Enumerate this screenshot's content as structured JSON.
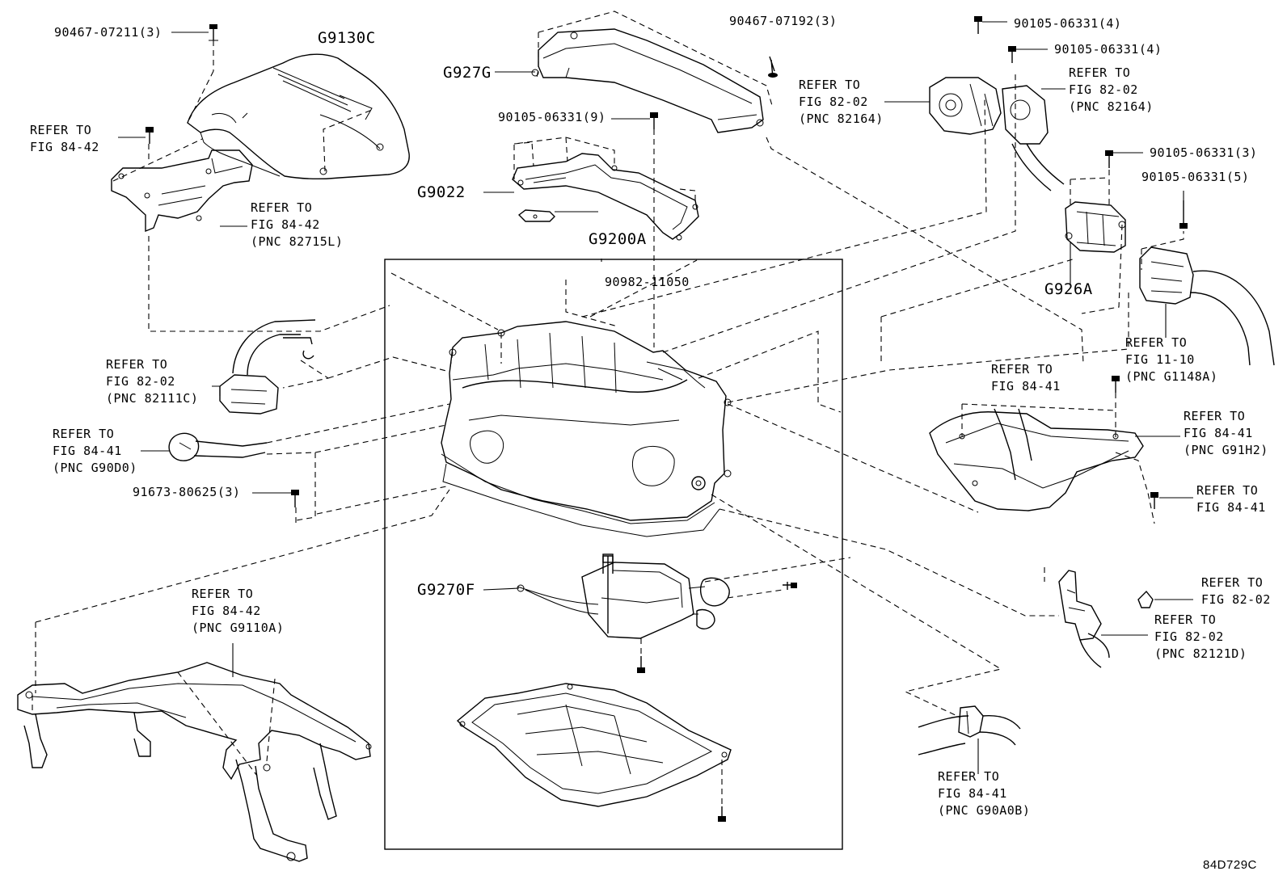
{
  "labels": {
    "bolt_90467_07211": "90467-07211(3)",
    "g9130c": "G9130C",
    "refer_84_42_a1": "REFER TO",
    "refer_84_42_a2": "FIG 84-42",
    "refer_84_42_b1": "REFER TO",
    "refer_84_42_b2": "FIG 84-42",
    "refer_84_42_b3": "(PNC 82715L)",
    "g927g": "G927G",
    "clip_90467_07192": "90467-07192(3)",
    "bolt_90105_9": "90105-06331(9)",
    "g9022": "G9022",
    "g9200a": "G9200A",
    "part_90982": "90982-11050",
    "bolt_90105_4a": "90105-06331(4)",
    "bolt_90105_4b": "90105-06331(4)",
    "refer_82_02_c1": "REFER TO",
    "refer_82_02_c2": "FIG 82-02",
    "refer_82_02_c3": "(PNC 82164)",
    "refer_82_02_d1": "REFER TO",
    "refer_82_02_d2": "FIG 82-02",
    "refer_82_02_d3": "(PNC 82164)",
    "bolt_90105_3": "90105-06331(3)",
    "bolt_90105_5": "90105-06331(5)",
    "g926a": "G926A",
    "refer_11_10_1": "REFER TO",
    "refer_11_10_2": "FIG 11-10",
    "refer_11_10_3": "(PNC G1148A)",
    "refer_82_02_e1": "REFER TO",
    "refer_82_02_e2": "FIG 82-02",
    "refer_82_02_e3": "(PNC 82111C)",
    "refer_84_41_f1": "REFER TO",
    "refer_84_41_f2": "FIG 84-41",
    "refer_84_41_f3": "(PNC G90D0)",
    "bolt_91673": "91673-80625(3)",
    "refer_84_41_g1": "REFER TO",
    "refer_84_41_g2": "FIG 84-41",
    "refer_84_41_h1": "REFER TO",
    "refer_84_41_h2": "FIG 84-41",
    "refer_84_41_h3": "(PNC G91H2)",
    "refer_84_41_i1": "REFER TO",
    "refer_84_41_i2": "FIG 84-41",
    "g9270f": "G9270F",
    "refer_84_42_j1": "REFER TO",
    "refer_84_42_j2": "FIG 84-42",
    "refer_84_42_j3": "(PNC G9110A)",
    "refer_82_02_k1": "REFER TO",
    "refer_82_02_k2": "FIG 82-02",
    "refer_82_02_l1": "REFER TO",
    "refer_82_02_l2": "FIG 82-02",
    "refer_82_02_l3": "(PNC 82121D)",
    "refer_84_41_m1": "REFER TO",
    "refer_84_41_m2": "FIG 84-41",
    "refer_84_41_m3": "(PNC G90A0B)",
    "diagram_code": "84D729C"
  }
}
